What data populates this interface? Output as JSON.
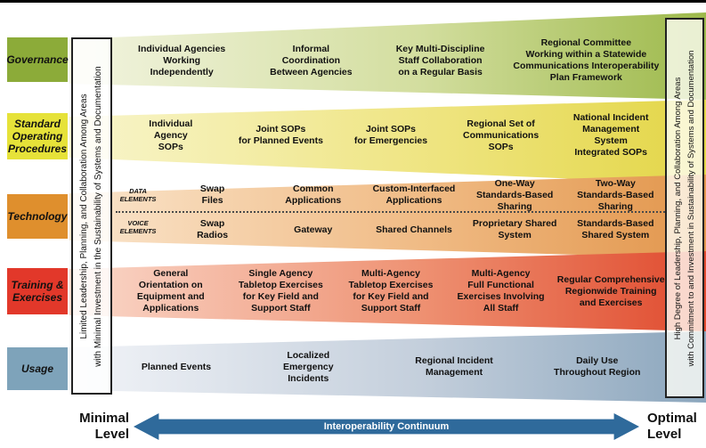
{
  "diagram_title": "Interoperability Continuum",
  "rows": {
    "governance": {
      "label": "Governance",
      "items": [
        "Individual Agencies\nWorking\nIndependently",
        "Informal\nCoordination\nBetween Agencies",
        "Key Multi-Discipline\nStaff Collaboration\non a Regular Basis",
        "Regional Committee\nWorking within a Statewide\nCommunications Interoperability\nPlan Framework"
      ]
    },
    "sops": {
      "label": "Standard\nOperating\nProcedures",
      "items": [
        "Individual\nAgency\nSOPs",
        "Joint SOPs\nfor Planned Events",
        "Joint SOPs\nfor Emergencies",
        "Regional Set of\nCommunications\nSOPs",
        "National Incident\nManagement\nSystem\nIntegrated SOPs"
      ]
    },
    "technology": {
      "label": "Technology",
      "data_label": "DATA\nELEMENTS",
      "voice_label": "VOICE\nELEMENTS",
      "data_items": [
        "Swap\nFiles",
        "Common\nApplications",
        "Custom-Interfaced\nApplications",
        "One-Way\nStandards-Based\nSharing",
        "Two-Way\nStandards-Based\nSharing"
      ],
      "voice_items": [
        "Swap\nRadios",
        "Gateway",
        "Shared Channels",
        "Proprietary Shared\nSystem",
        "Standards-Based\nShared System"
      ]
    },
    "training": {
      "label": "Training &\nExercises",
      "items": [
        "General\nOrientation on\nEquipment and\nApplications",
        "Single Agency\nTabletop Exercises\nfor Key Field and\nSupport Staff",
        "Multi-Agency\nTabletop Exercises\nfor Key Field and\nSupport Staff",
        "Multi-Agency\nFull Functional\nExercises Involving\nAll Staff",
        "Regular Comprehensive\nRegionwide Training\nand Exercises"
      ]
    },
    "usage": {
      "label": "Usage",
      "items": [
        "Planned Events",
        "Localized\nEmergency\nIncidents",
        "Regional Incident\nManagement",
        "Daily Use\nThroughout Region"
      ]
    }
  },
  "side_bars": {
    "left": "Limited Leadership, Planning, and Collaboration Among Areas\nwith Minimal Investment in the Sustainability of Systems and Documentation",
    "right": "High Degree of Leadership, Planning, and Collaboration Among Areas\nwith Commitment to and Investment in Sustainability of Systems and Documentation"
  },
  "footer": {
    "left_label": "Minimal\nLevel",
    "arrow_label": "Interoperability Continuum",
    "right_label": "Optimal\nLevel"
  },
  "colors": {
    "governance_label": "#8cab39",
    "sops_label": "#e6e239",
    "technology_label": "#df8f2d",
    "training_label": "#e2382a",
    "usage_label": "#7ea3ba",
    "governance_band_end": "#9db94b",
    "sops_band_end": "#e3d647",
    "technology_band_end": "#e2964c",
    "training_band_end": "#e04a2e",
    "usage_band_end": "#8ba6bd",
    "arrow": "#2f6a9b"
  }
}
